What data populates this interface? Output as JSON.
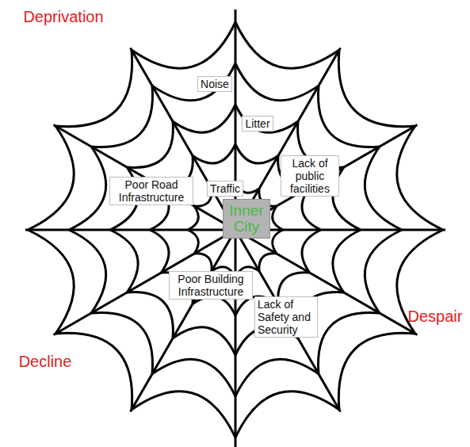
{
  "diagram": {
    "nodes": [
      {
        "text": [
          "Inner City"
        ]
      },
      {
        "text": [
          "Noise"
        ]
      },
      {
        "text": [
          "Litter"
        ]
      },
      {
        "text": [
          "Lack of public facilities"
        ]
      },
      {
        "text": [
          "Poor Road Infrastructure"
        ]
      },
      {
        "text": [
          "Traffic"
        ]
      },
      {
        "text": [
          "Poor Building Infrastructure"
        ]
      },
      {
        "text": [
          "Lack of Safety and Security"
        ]
      }
    ],
    "labels": [
      "Deprivation",
      "Despair",
      "Decline"
    ]
  }
}
